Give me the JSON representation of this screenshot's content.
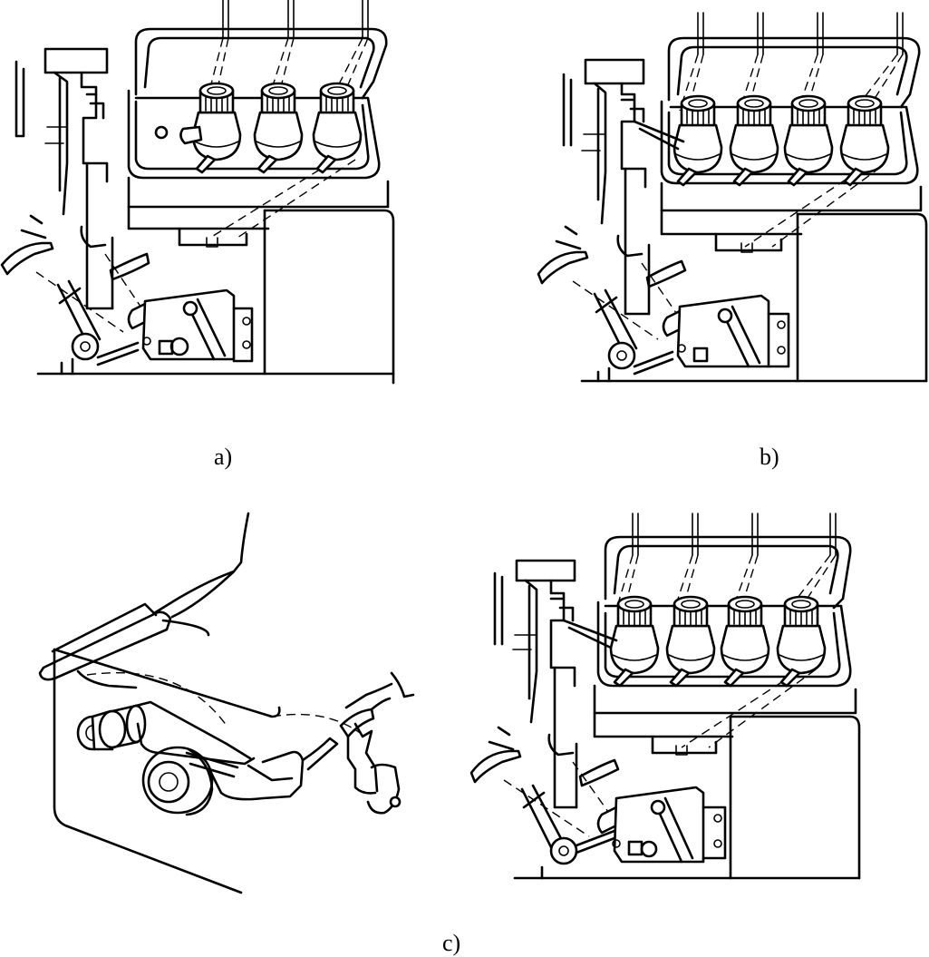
{
  "figure": {
    "panels": [
      {
        "id": "a",
        "caption": "a)"
      },
      {
        "id": "b",
        "caption": "b)"
      },
      {
        "id": "c",
        "caption": "c)"
      }
    ]
  }
}
